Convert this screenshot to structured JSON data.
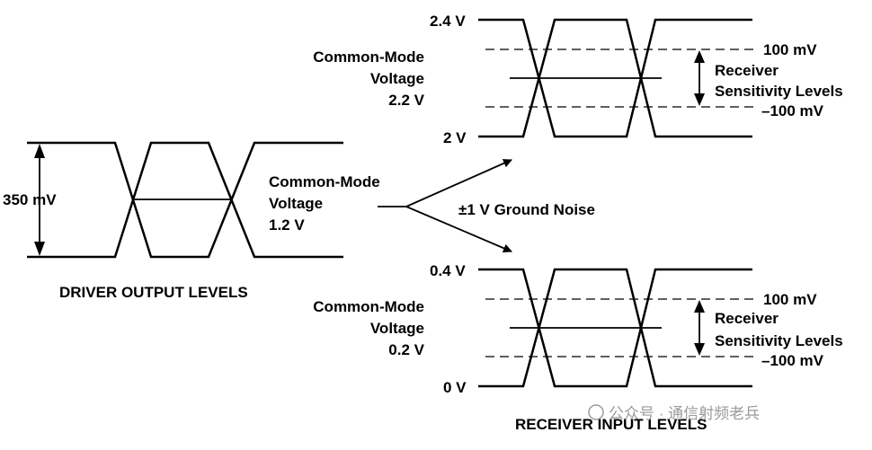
{
  "driver": {
    "amplitude_label": "350 mV",
    "cm_line1": "Common-Mode",
    "cm_line2": "Voltage",
    "cm_line3": "1.2 V",
    "caption": "DRIVER OUTPUT LEVELS"
  },
  "noise_label": "±1 V Ground Noise",
  "receiver_top": {
    "high_label": "2.4 V",
    "low_label": "2 V",
    "cm_line1": "Common-Mode",
    "cm_line2": "Voltage",
    "cm_line3": "2.2 V",
    "pos_thresh": "100 mV",
    "neg_thresh": "–100 mV",
    "sens_line1": "Receiver",
    "sens_line2": "Sensitivity Levels"
  },
  "receiver_bottom": {
    "high_label": "0.4 V",
    "low_label": "0 V",
    "cm_line1": "Common-Mode",
    "cm_line2": "Voltage",
    "cm_line3": "0.2 V",
    "pos_thresh": "100 mV",
    "neg_thresh": "–100 mV",
    "sens_line1": "Receiver",
    "sens_line2": "Sensitivity Levels"
  },
  "receiver_caption": "RECEIVER INPUT LEVELS",
  "watermark": "公众号 · 通信射频老兵"
}
